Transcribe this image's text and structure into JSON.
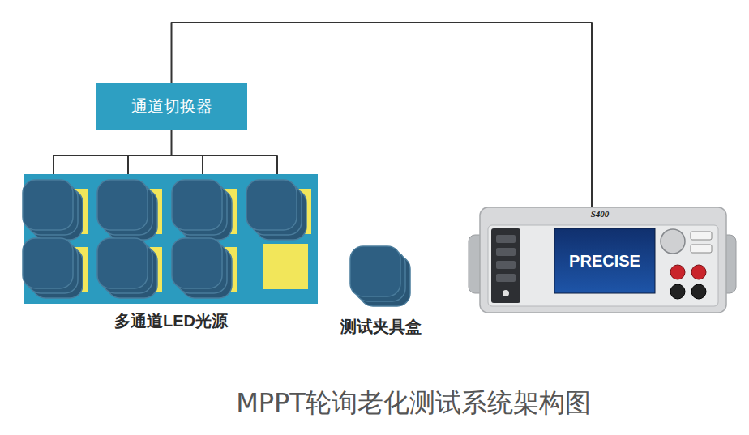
{
  "diagram": {
    "caption": "MPPT轮询老化测试系统架构图",
    "nodes": [
      {
        "text": [
          "通道切换器"
        ]
      },
      {
        "text": [
          "多通道LED光源"
        ]
      },
      {
        "text": [
          "测试夹具盒"
        ]
      },
      {
        "text": [
          "S400",
          "PRECISE"
        ]
      }
    ],
    "edges": [
      {
        "from": 0,
        "to": 1,
        "arrow": "none"
      },
      {
        "from": 0,
        "to": 3,
        "arrow": "none"
      }
    ]
  }
}
